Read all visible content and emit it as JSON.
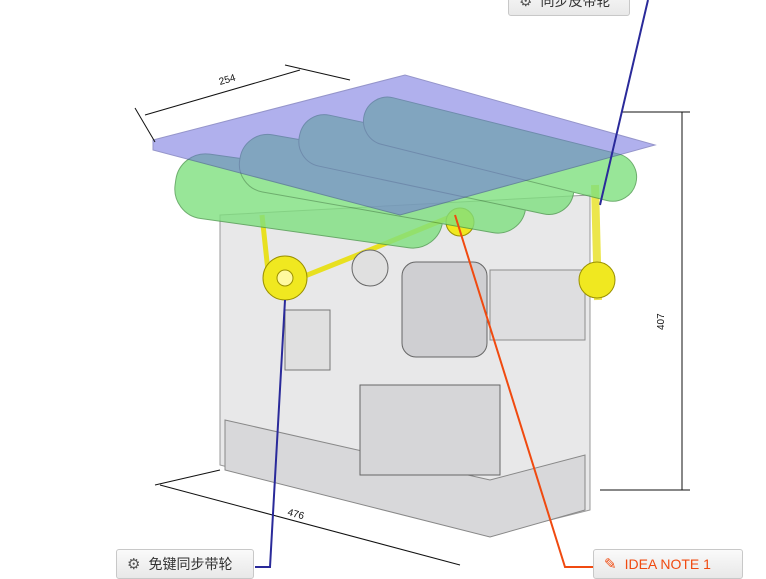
{
  "dimensions": {
    "width_top": "254",
    "height_right": "407",
    "width_bottom": "476"
  },
  "callouts": [
    {
      "label": "同步皮带轮",
      "icon": "gear-icon"
    },
    {
      "label": "免键同步带轮",
      "icon": "gear-icon"
    },
    {
      "label": "IDEA NOTE 1",
      "icon": "pencil-icon"
    }
  ],
  "colors": {
    "leader_blue": "#2a2a9a",
    "leader_orange": "#f04a10",
    "rollers": "#7fe07f",
    "plate": "#7070e0",
    "belt": "#e8e020"
  }
}
